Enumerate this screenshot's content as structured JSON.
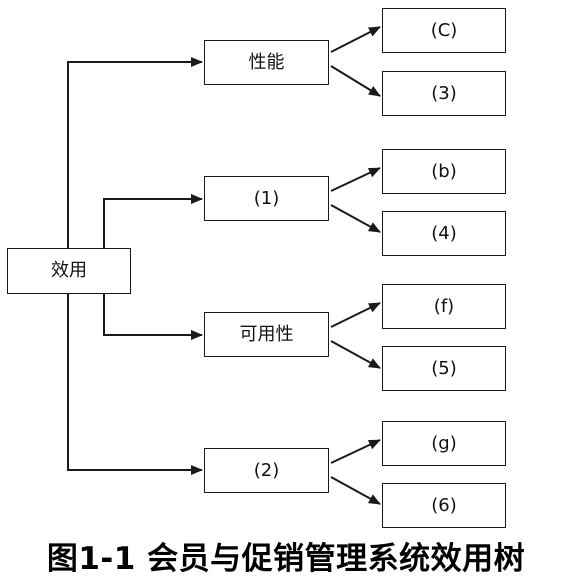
{
  "root": {
    "label": "效用"
  },
  "branches": [
    {
      "label": "性能",
      "leaves": [
        "(C)",
        "(3)"
      ]
    },
    {
      "label": "(1)",
      "leaves": [
        "(b)",
        "(4)"
      ]
    },
    {
      "label": "可用性",
      "leaves": [
        "(f)",
        "(5)"
      ]
    },
    {
      "label": "(2)",
      "leaves": [
        "(g)",
        "(6)"
      ]
    }
  ],
  "caption": "图1-1 会员与促销管理系统效用树",
  "colors": {
    "line": "#1a1a1a",
    "text": "#111111",
    "background": "#ffffff"
  }
}
